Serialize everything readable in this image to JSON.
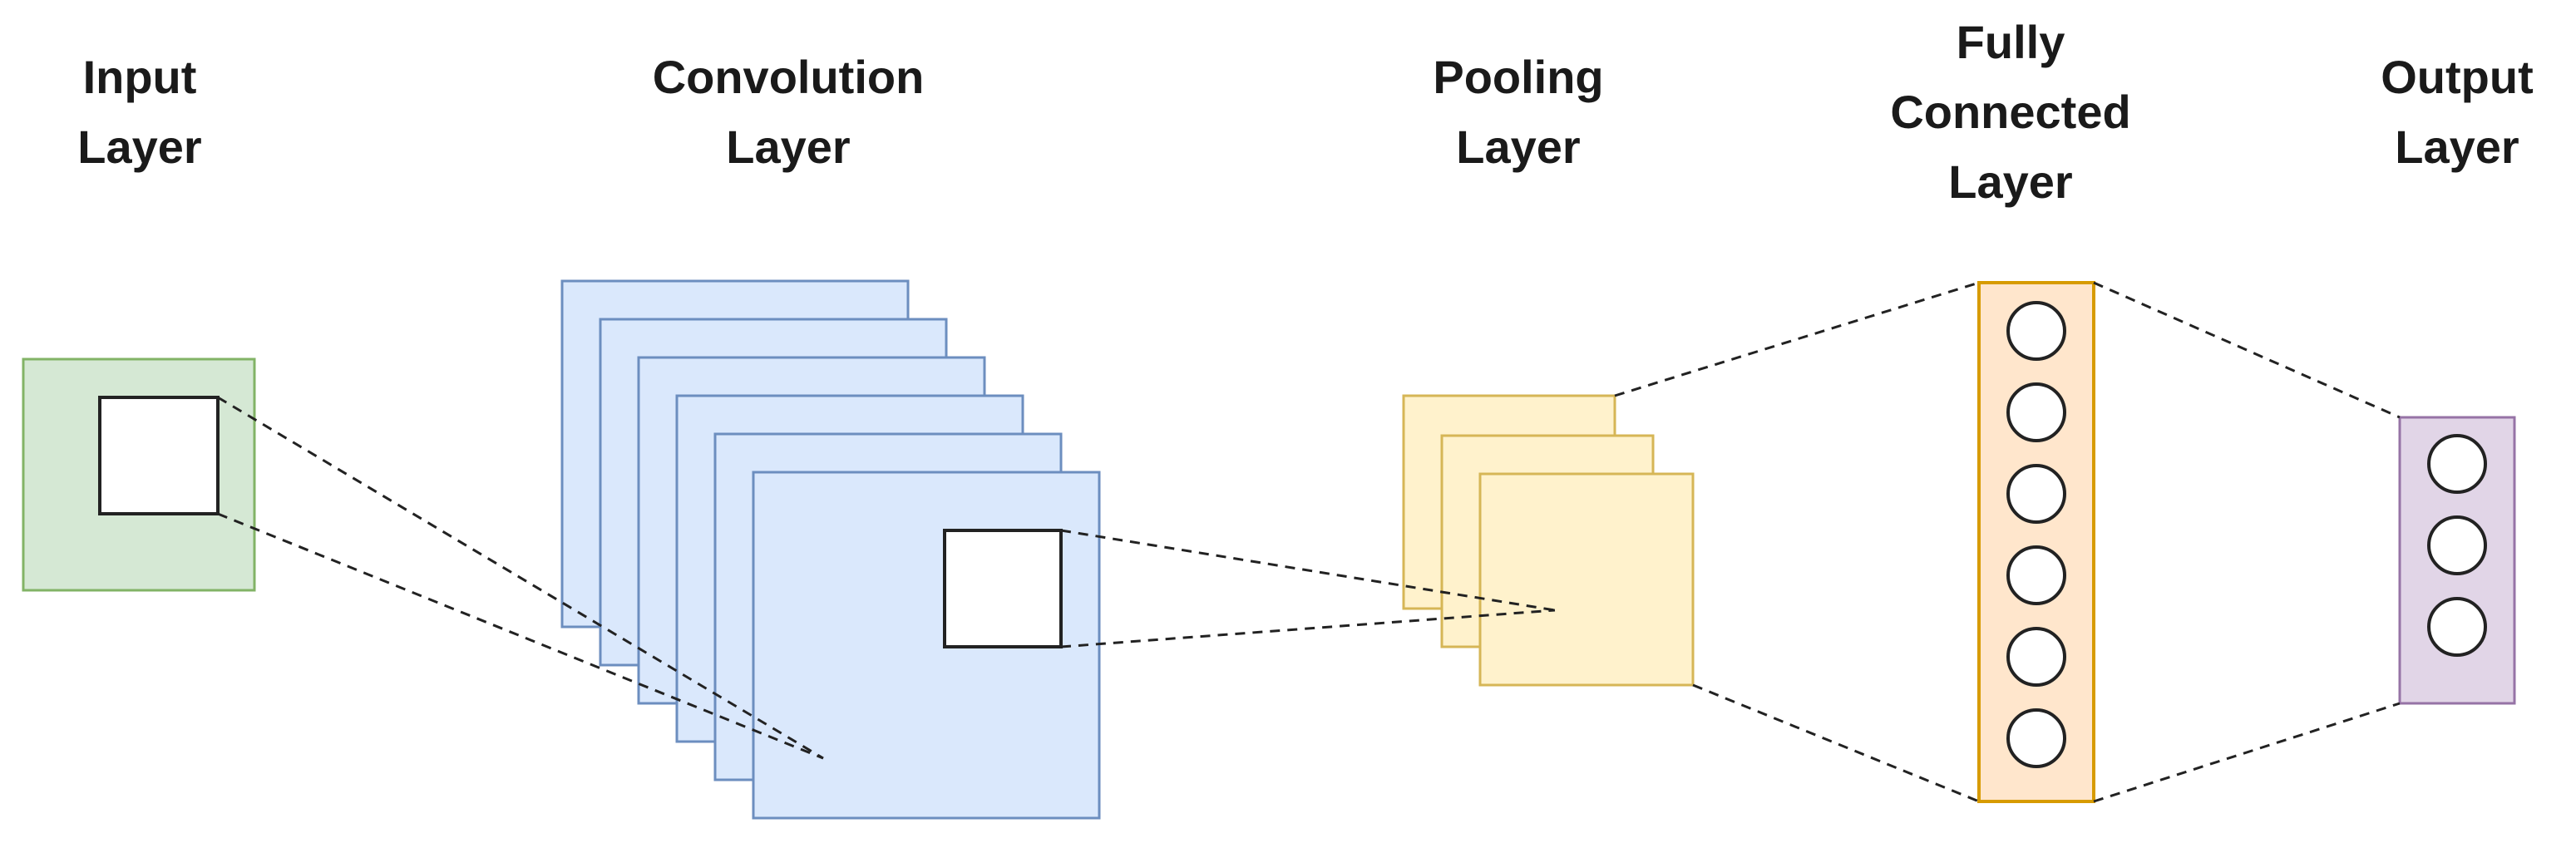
{
  "layers": [
    {
      "id": "input",
      "title_lines": [
        "Input",
        "Layer"
      ],
      "fill": "#d5e8d4",
      "stroke": "#82b366"
    },
    {
      "id": "conv",
      "title_lines": [
        "Convolution",
        "Layer"
      ],
      "fill": "#dae8fc",
      "stroke": "#6c8ebf"
    },
    {
      "id": "pool",
      "title_lines": [
        "Pooling",
        "Layer"
      ],
      "fill": "#fff2cc",
      "stroke": "#d6b656"
    },
    {
      "id": "fc",
      "title_lines": [
        "Fully",
        "Connected",
        "Layer"
      ],
      "fill": "#ffe6cc",
      "stroke": "#d79b00",
      "neurons": 6
    },
    {
      "id": "output",
      "title_lines": [
        "Output",
        "Layer"
      ],
      "fill": "#e1d5e7",
      "stroke": "#9673a6",
      "neurons": 3
    }
  ],
  "style": {
    "line_color": "#222222",
    "window_fill": "#ffffff"
  }
}
